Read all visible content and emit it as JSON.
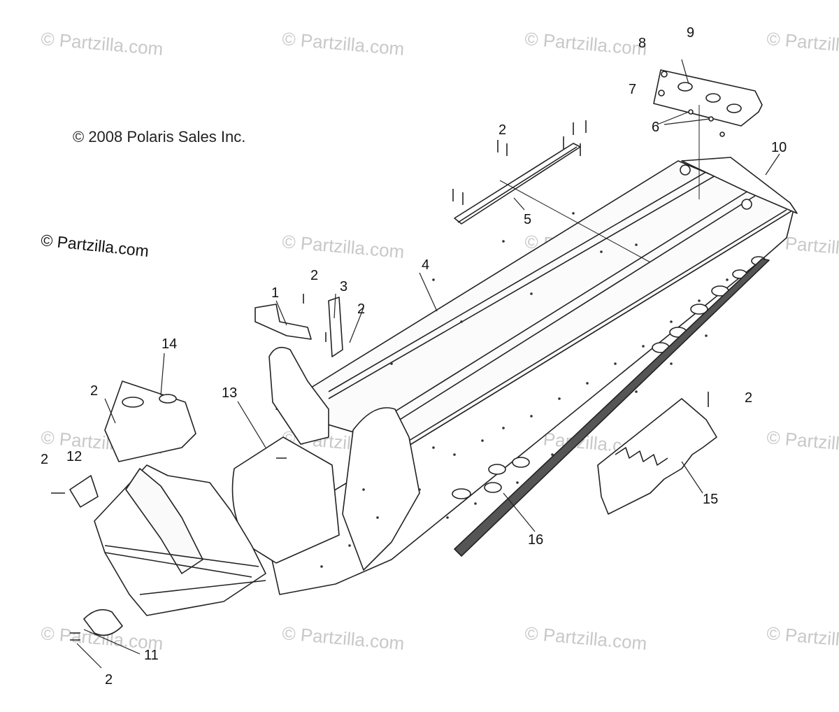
{
  "copyright": "© 2008 Polaris Sales Inc.",
  "brand_watermark": "© Partzilla.com",
  "callouts": {
    "c1": "1",
    "c2": "2",
    "c3": "3",
    "c4": "4",
    "c5": "5",
    "c6": "6",
    "c7": "7",
    "c8": "8",
    "c9": "9",
    "c10": "10",
    "c11": "11",
    "c12": "12",
    "c13": "13",
    "c14": "14",
    "c15": "15",
    "c16": "16"
  }
}
